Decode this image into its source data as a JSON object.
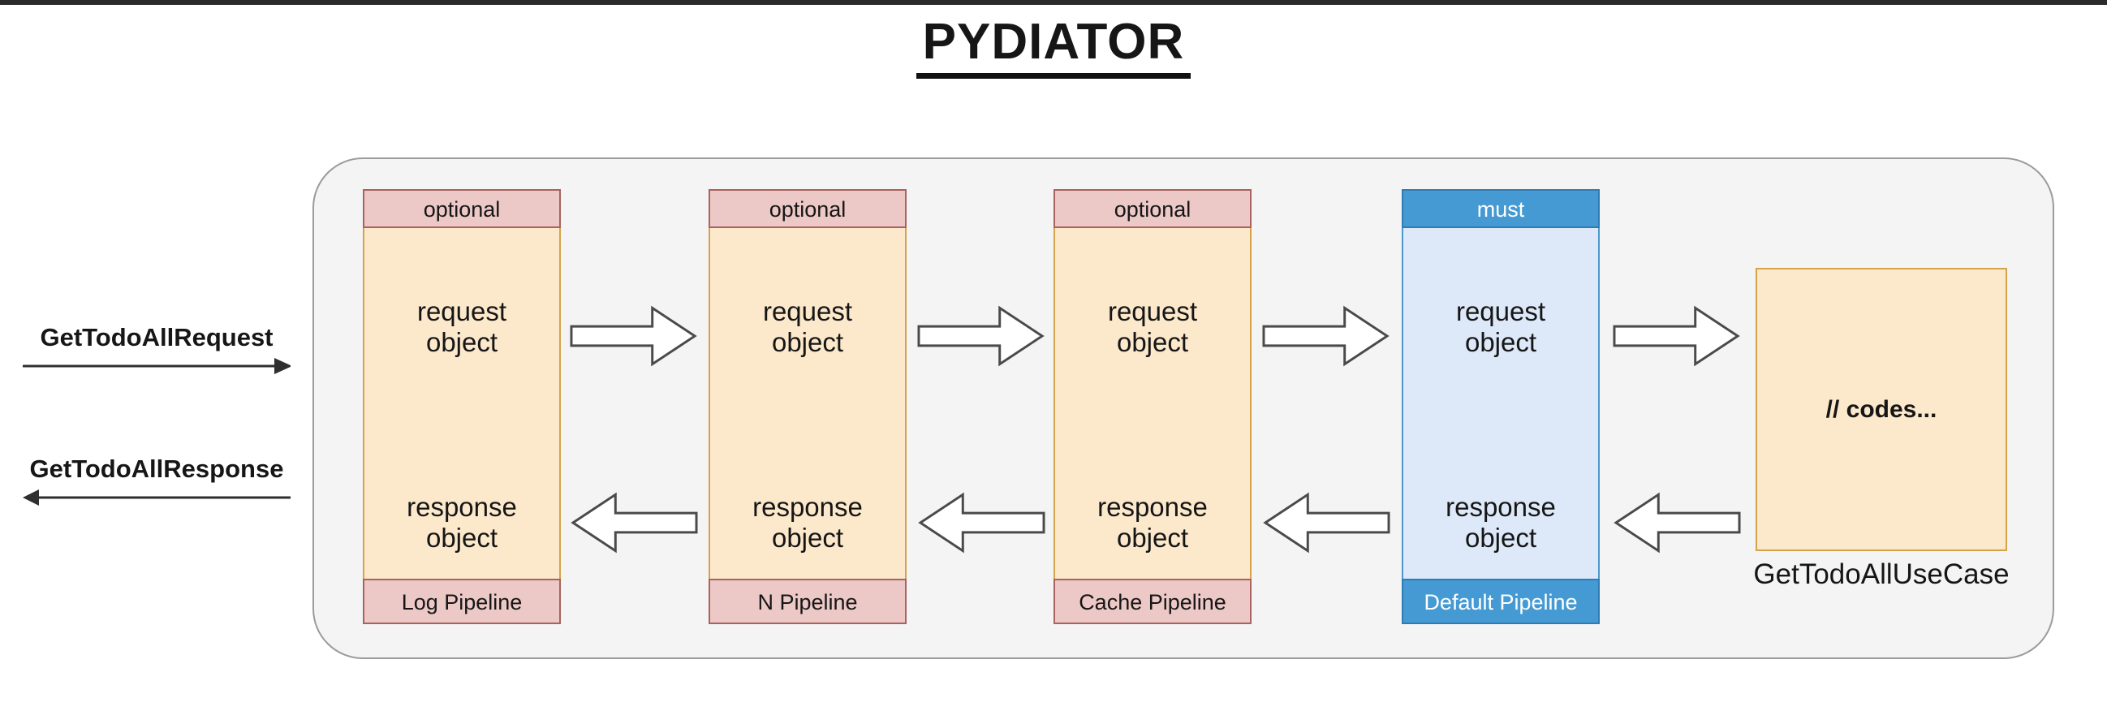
{
  "title": "PYDIATOR",
  "side_labels": {
    "request": "GetTodoAllRequest",
    "response": "GetTodoAllResponse"
  },
  "pipelines": [
    {
      "badge": "optional",
      "request_object": "request object",
      "response_object": "response object",
      "name": "Log Pipeline",
      "theme": "red"
    },
    {
      "badge": "optional",
      "request_object": "request object",
      "response_object": "response object",
      "name": "N Pipeline",
      "theme": "red"
    },
    {
      "badge": "optional",
      "request_object": "request object",
      "response_object": "response object",
      "name": "Cache Pipeline",
      "theme": "red"
    },
    {
      "badge": "must",
      "request_object": "request object",
      "response_object": "response object",
      "name": "Default Pipeline",
      "theme": "blue"
    }
  ],
  "usecase": {
    "code_text": "// codes...",
    "label": "GetTodoAllUseCase"
  },
  "colors": {
    "topbar": "#2b2b2b",
    "container_fill": "#f4f4f4",
    "container_border": "#9b9b9b",
    "red_band_fill": "#ecc8c6",
    "red_band_border": "#a8625f",
    "orange_body_fill": "#fce8cb",
    "orange_body_border": "#d5a24d",
    "blue_band_fill": "#459ad3",
    "blue_band_border": "#2e7cb4",
    "blue_body_fill": "#dde8f8",
    "blue_body_border": "#4f97cf",
    "arrow_outline": "#4a4a4a",
    "thin_arrow": "#2f2f2f",
    "text_dark": "#161616"
  }
}
